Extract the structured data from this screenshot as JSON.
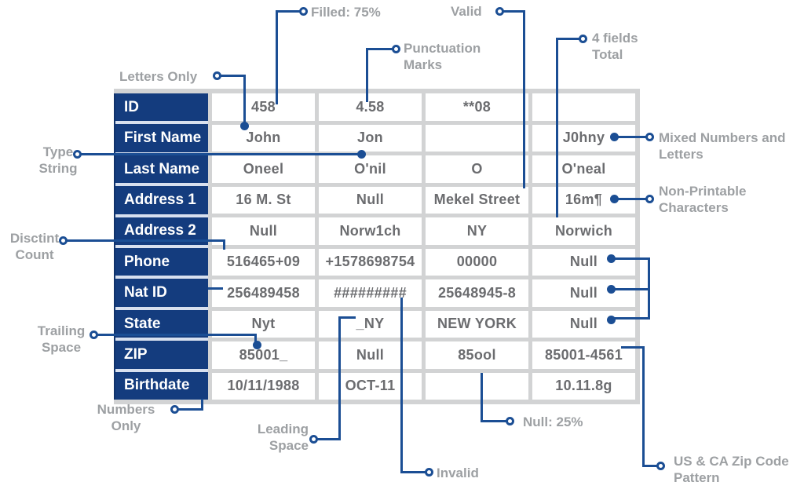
{
  "colors": {
    "header_blue": "#143c7e",
    "line_blue": "#1b4e94",
    "value_gray": "#6b6c6f",
    "label_gray": "#9da0a3",
    "border_gray": "#d2d3d4"
  },
  "table": {
    "rows": [
      {
        "header": "ID",
        "cells": [
          "458",
          "4.58",
          "**08",
          ""
        ]
      },
      {
        "header": "First Name",
        "cells": [
          "John",
          "Jon",
          "",
          "J0hny"
        ]
      },
      {
        "header": "Last Name",
        "cells": [
          "Oneel",
          "O'nil",
          "O",
          "O'neal"
        ]
      },
      {
        "header": "Address 1",
        "cells": [
          "16 M. St",
          "Null",
          "Mekel Street",
          "16m¶"
        ]
      },
      {
        "header": "Address 2",
        "cells": [
          "Null",
          "Norw1ch",
          "NY",
          "Norwich"
        ]
      },
      {
        "header": "Phone",
        "cells": [
          "516465+09",
          "+1578698754",
          "00000",
          "Null"
        ]
      },
      {
        "header": "Nat ID",
        "cells": [
          "256489458",
          "#########",
          "25648945-8",
          "Null"
        ]
      },
      {
        "header": "State",
        "cells": [
          "Nyt",
          "_NY",
          "NEW YORK",
          "Null"
        ]
      },
      {
        "header": "ZIP",
        "cells": [
          "85001_",
          "Null",
          "85ool",
          "85001-4561"
        ]
      },
      {
        "header": "Birthdate",
        "cells": [
          "10/11/1988",
          "OCT-11",
          "",
          "10.11.8g"
        ]
      }
    ]
  },
  "annotations": {
    "filled": {
      "text": "Filled: 75%"
    },
    "valid": {
      "text": "Valid"
    },
    "punctuation": {
      "line1": "Punctuation",
      "line2": "Marks"
    },
    "four_fields": {
      "line1": "4 fields",
      "line2": "Total"
    },
    "letters_only": {
      "text": "Letters Only"
    },
    "type_string": {
      "line1": "Type",
      "line2": "String"
    },
    "distinct_count": {
      "line1": "Disctint",
      "line2": "Count"
    },
    "trailing_space": {
      "line1": "Trailing",
      "line2": "Space"
    },
    "numbers_only": {
      "line1": "Numbers",
      "line2": "Only"
    },
    "leading_space": {
      "line1": "Leading",
      "line2": "Space"
    },
    "invalid": {
      "text": "Invalid"
    },
    "null_pct": {
      "text": "Null: 25%"
    },
    "us_ca_zip": {
      "line1": "US & CA Zip Code",
      "line2": "Pattern"
    },
    "mixed": {
      "line1": "Mixed Numbers and",
      "line2": "Letters"
    },
    "non_printable": {
      "line1": "Non-Printable",
      "line2": "Characters"
    }
  }
}
